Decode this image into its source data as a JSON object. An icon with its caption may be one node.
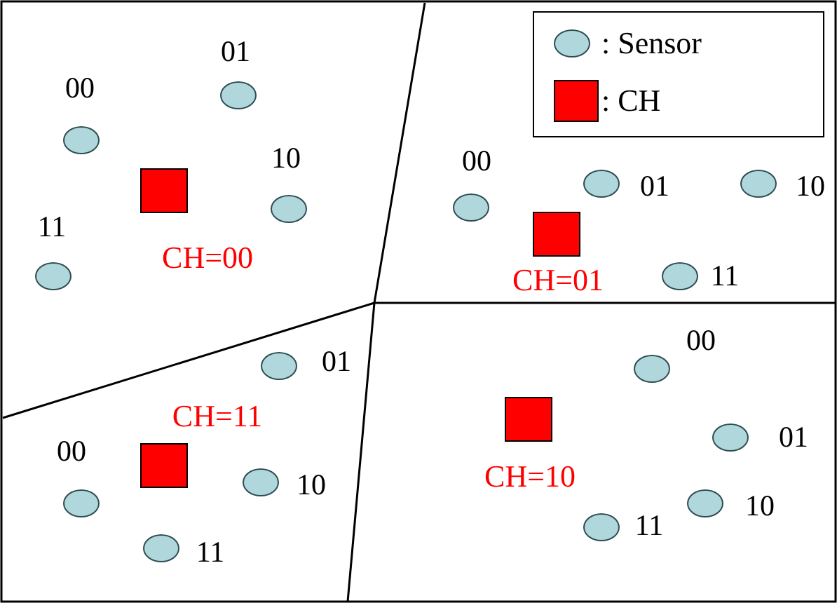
{
  "diagram": {
    "nodes": [
      {
        "text": [],
        "shape": "circle",
        "beside": [
          "00"
        ]
      },
      {
        "text": [],
        "shape": "circle",
        "beside": [
          "01"
        ]
      },
      {
        "text": [],
        "shape": "circle",
        "beside": [
          "10"
        ]
      },
      {
        "text": [],
        "shape": "circle",
        "beside": [
          "11"
        ]
      },
      {
        "text": [],
        "shape": "box",
        "beside": [
          "CH=00"
        ]
      },
      {
        "text": [],
        "shape": "circle",
        "beside": [
          "00"
        ]
      },
      {
        "text": [],
        "shape": "circle",
        "beside": [
          "01"
        ]
      },
      {
        "text": [],
        "shape": "circle",
        "beside": [
          "10"
        ]
      },
      {
        "text": [],
        "shape": "circle",
        "beside": [
          "11"
        ]
      },
      {
        "text": [],
        "shape": "box",
        "beside": [
          "CH=01"
        ]
      },
      {
        "text": [],
        "shape": "circle",
        "beside": [
          "01"
        ]
      },
      {
        "text": [],
        "shape": "box",
        "beside": [
          "CH=11"
        ]
      },
      {
        "text": [],
        "shape": "circle",
        "beside": [
          "00"
        ]
      },
      {
        "text": [],
        "shape": "circle",
        "beside": [
          "10"
        ]
      },
      {
        "text": [],
        "shape": "circle",
        "beside": [
          "11"
        ]
      },
      {
        "text": [],
        "shape": "circle",
        "beside": [
          "00"
        ]
      },
      {
        "text": [],
        "shape": "box",
        "beside": [
          "CH=10"
        ]
      },
      {
        "text": [],
        "shape": "circle",
        "beside": [
          "01"
        ]
      },
      {
        "text": [],
        "shape": "circle",
        "beside": [
          "10"
        ]
      },
      {
        "text": [],
        "shape": "circle",
        "beside": [
          "11"
        ]
      }
    ],
    "edges": [],
    "legend": [
      {
        "text": ": Sensor"
      },
      {
        "text": ": CH",
        "color": "#ff0000"
      }
    ]
  }
}
